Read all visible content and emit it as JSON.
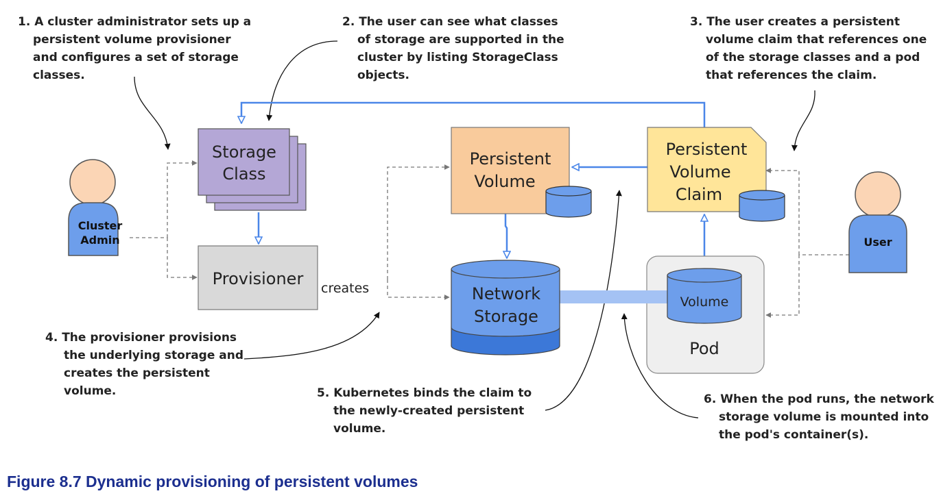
{
  "notes": {
    "n1": [
      "1. A cluster administrator sets up a",
      "persistent volume provisioner",
      "and configures a set of storage",
      "classes."
    ],
    "n2": [
      "2. The user can see what classes",
      "of storage are supported in the",
      "cluster by listing StorageClass",
      "objects."
    ],
    "n3": [
      "3. The user creates a persistent",
      "volume claim that references one",
      "of the storage classes and a pod",
      "that references the claim."
    ],
    "n4": [
      "4. The provisioner provisions",
      "the underlying storage and",
      "creates the persistent",
      "volume."
    ],
    "n5": [
      "5. Kubernetes binds the claim to",
      "the newly-created persistent",
      "volume."
    ],
    "n6": [
      "6. When the pod runs, the network",
      "storage volume is mounted into",
      "the pod's container(s)."
    ]
  },
  "boxes": {
    "storage_class": [
      "Storage",
      "Class"
    ],
    "provisioner": "Provisioner",
    "persistent_volume": [
      "Persistent",
      "Volume"
    ],
    "persistent_volume_claim": [
      "Persistent",
      "Volume",
      "Claim"
    ],
    "network_storage": [
      "Network",
      "Storage"
    ],
    "volume": "Volume",
    "pod": "Pod",
    "creates": "creates"
  },
  "actors": {
    "cluster_admin": [
      "Cluster",
      "Admin"
    ],
    "user": "User"
  },
  "caption": "Figure 8.7 Dynamic provisioning of persistent volumes",
  "colors": {
    "arrow_blue": "#4a86e8",
    "storage_class": "#b4a7d6",
    "persistent_volume": "#f9cb9c",
    "claim": "#ffe599",
    "network_storage": "#6d9eeb",
    "network_storage_bottom": "#3c78d8",
    "provisioner": "#d9d9d9",
    "pod": "#efefef",
    "actor_head": "#fbd5b5",
    "actor_body": "#6d9eeb",
    "caption": "#1c2f8f"
  }
}
